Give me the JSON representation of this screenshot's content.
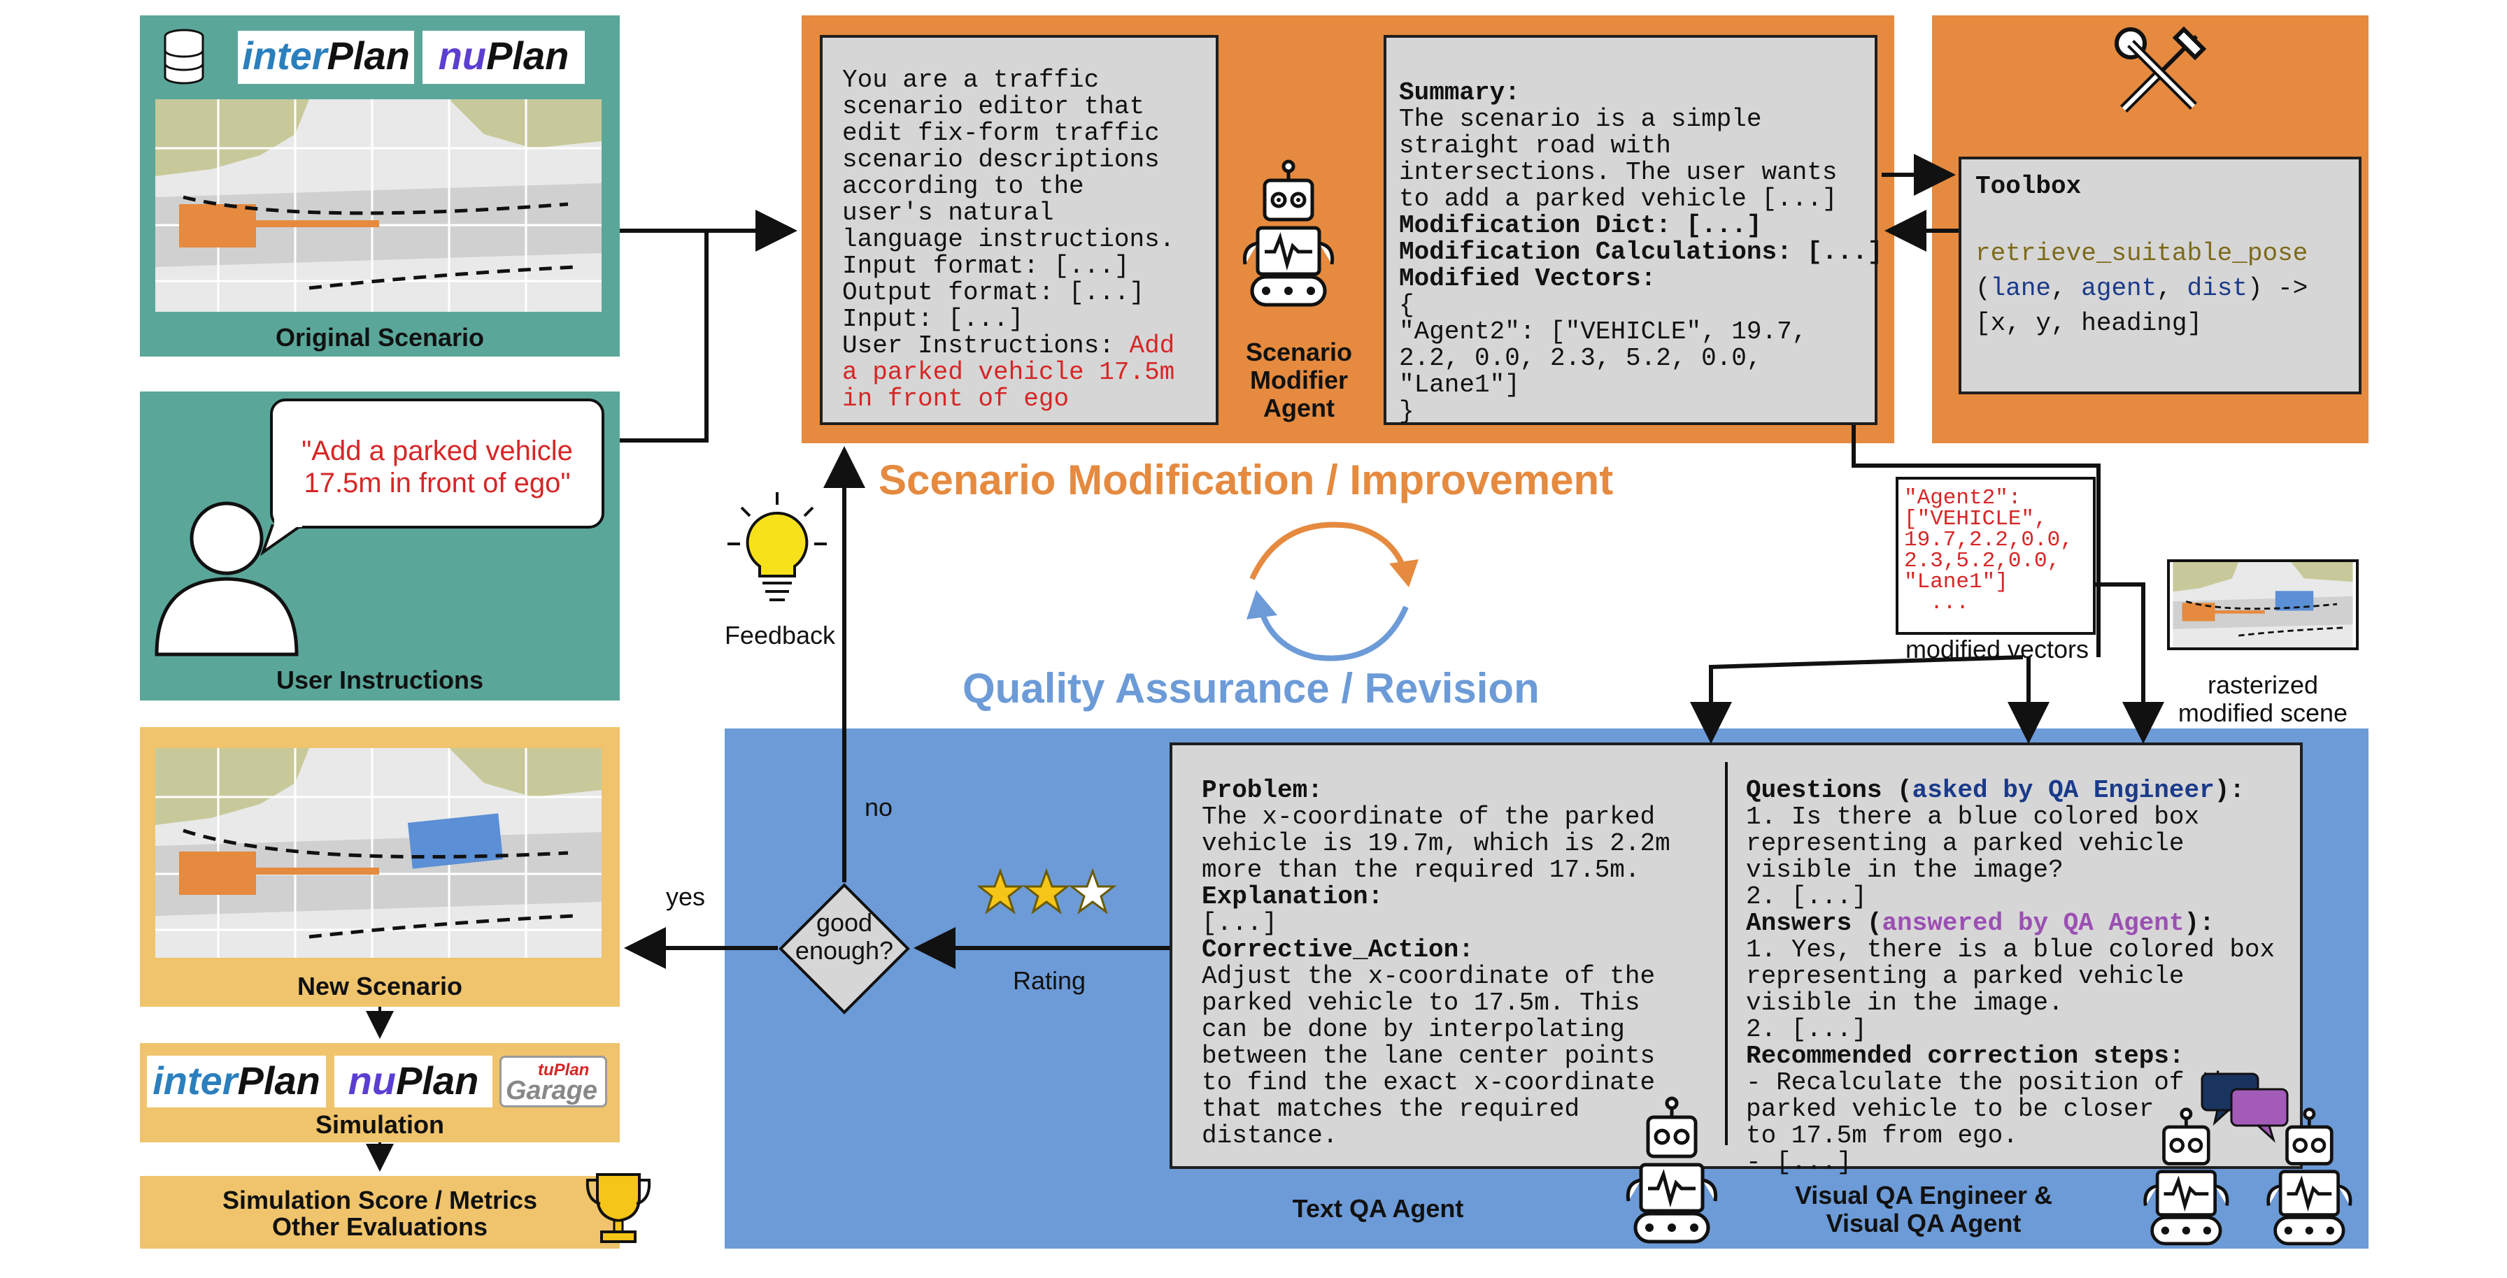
{
  "left": {
    "original_label": "Original Scenario",
    "brand1_a": "inter",
    "brand1_b": "Plan",
    "brand2_a": "nu",
    "brand2_b": "Plan",
    "quote": "\"Add a parked vehicle 17.5m in front of ego\"",
    "user_label": "User Instructions",
    "new_label": "New Scenario",
    "sim_label": "Simulation",
    "garage_a": "tuPlan",
    "garage_b": "Garage",
    "score_label": "Simulation Score / Metrics\nOther Evaluations"
  },
  "prompt": {
    "text": "You are a traffic\nscenario editor that\nedit fix-form traffic\nscenario descriptions\naccording to the\nuser's natural\nlanguage instructions.\nInput format: [...]\nOutput format: [...]\nInput: [...]\nUser Instructions: ",
    "instr": "Add\na parked vehicle 17.5m\nin front of ego"
  },
  "agent_label": "Scenario\nModifier\nAgent",
  "summary": {
    "h1": "Summary:",
    "t1": "The scenario is a simple\nstraight road with\nintersections. The user wants\nto add a parked vehicle [...]",
    "h2": "Modification Dict: [...]",
    "h3": "Modification Calculations: [...]",
    "h4": "Modified Vectors:",
    "t4": "{\n\"Agent2\": [\"VEHICLE\", 19.7,\n2.2, 0.0, 2.3, 5.2, 0.0,\n\"Lane1\"]\n}"
  },
  "toolbox": {
    "title": "Toolbox",
    "fn": "retrieve_suitable_pose",
    "p_open": "(",
    "p1": "lane",
    "p2": "agent",
    "p3": "dist",
    "p_close": ") ->",
    "ret": "[x, y, heading]"
  },
  "loop": {
    "top": "Scenario Modification / Improvement",
    "bottom": "Quality Assurance / Revision"
  },
  "vectors_box": {
    "text": "\"Agent2\":\n[\"VEHICLE\",\n19.7,2.2,0.0,\n2.3,5.2,0.0,\n\"Lane1\"]\n  ...",
    "label": "modified vectors"
  },
  "raster_label": "rasterized\nmodified scene",
  "feedback_label": "Feedback",
  "no_label": "no",
  "yes_label": "yes",
  "decision": "good\nenough?",
  "rating_label": "Rating",
  "qa": {
    "problem_h": "Problem:",
    "problem_t": "The x-coordinate of the parked\nvehicle is 19.7m, which is 2.2m\nmore than the required 17.5m.",
    "expl_h": "Explanation:",
    "expl_t": "[...]",
    "corr_h": "Corrective_Action:",
    "corr_t": "Adjust the x-coordinate of the\nparked vehicle to 17.5m. This\ncan be done by interpolating\nbetween the lane center points\nto find the exact x-coordinate\nthat matches the required\ndistance.",
    "q_h": "Questions (",
    "q_h2": "asked by QA Engineer",
    "q_h3": "):",
    "q_t": "1. Is there a blue colored box\nrepresenting a parked vehicle\nvisible in the image?\n2. [...]",
    "a_h": "Answers (",
    "a_h2": "answered by QA Agent",
    "a_h3": "):",
    "a_t": "1. Yes, there is a blue colored box\nrepresenting a parked vehicle\nvisible in the image.\n2. [...]",
    "r_h": "Recommended correction steps:",
    "r_t": "- Recalculate the position of the\nparked vehicle to be closer\nto 17.5m from ego.\n- [...]"
  },
  "text_qa_label": "Text QA Agent",
  "visual_qa_label": "Visual QA Engineer &\nVisual QA Agent",
  "colors": {
    "teal": "#5aa79a",
    "orange": "#e58a3f",
    "blue": "#6c9bd7",
    "sand": "#f0c46c",
    "instr_red": "#d62626",
    "qa_engineer": "#1a3a8a",
    "qa_agent": "#9b4fb3"
  },
  "icons": [
    "database-icon",
    "robot-icon",
    "tools-icon",
    "lightbulb-icon",
    "user-icon",
    "star-icon",
    "trophy-icon",
    "chat-bubble-icon",
    "cycle-arrows-icon"
  ]
}
